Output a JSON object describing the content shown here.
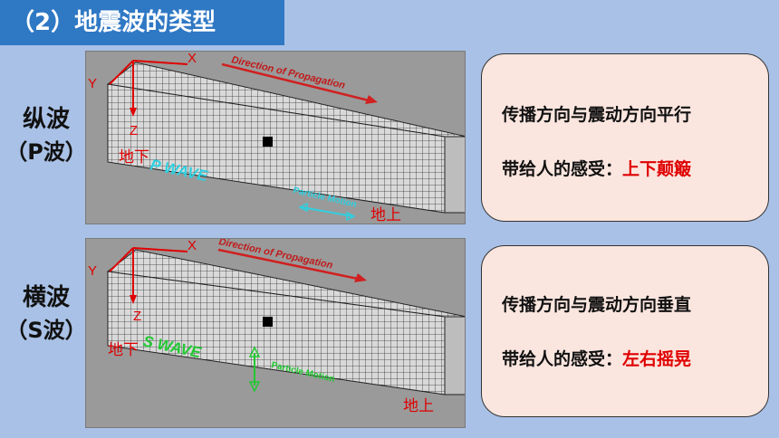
{
  "title": "（2）地震波的类型",
  "p_wave": {
    "side_label_line1": "纵波",
    "side_label_line2": "（P波）",
    "axis_x": "X",
    "axis_y": "Y",
    "axis_z": "Z",
    "propagation_label": "Direction of Propagation",
    "wave_label": "P WAVE",
    "particle_label": "Particle Motion",
    "underground_label": "地下",
    "surface_label": "地上",
    "callout_line1": "传播方向与震动方向平行",
    "callout_line2_prefix": "带给人的感受：",
    "callout_line2_highlight": "上下颠簸"
  },
  "s_wave": {
    "side_label_line1": "横波",
    "side_label_line2": "（S波）",
    "axis_x": "X",
    "axis_y": "Y",
    "axis_z": "Z",
    "propagation_label": "Direction of Propagation",
    "wave_label": "S WAVE",
    "particle_label": "Particle Motion",
    "underground_label": "地下",
    "surface_label": "地上",
    "callout_line1": "传播方向与震动方向垂直",
    "callout_line2_prefix": "带给人的感受：",
    "callout_line2_highlight": "左右摇晃"
  },
  "colors": {
    "title_bg": "#2f78c4",
    "page_bg": "#a9c1e6",
    "callout_bg": "#fbe6df",
    "highlight": "#e00000",
    "p_wave_label": "#2fd0e0",
    "s_wave_label": "#22c832"
  }
}
